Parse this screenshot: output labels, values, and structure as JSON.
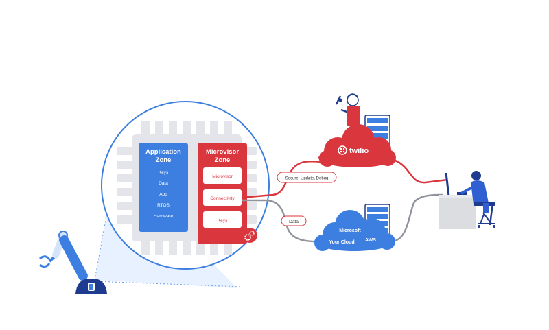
{
  "application_zone": {
    "title_line1": "Application",
    "title_line2": "Zone",
    "items": [
      "Keys",
      "Data",
      "App",
      "RTOS",
      "Hardware"
    ]
  },
  "microvisor_zone": {
    "title_line1": "Microvisor",
    "title_line2": "Zone",
    "items": [
      "Microvisor",
      "Connectivity",
      "Keys"
    ]
  },
  "connections": {
    "secure_label": "Secure, Update, Debug",
    "data_label": "Data"
  },
  "twilio_cloud": {
    "brand": "twilio"
  },
  "customer_cloud": {
    "line1": "Microsoft",
    "line2_left": "Your Cloud",
    "line2_right": "AWS"
  },
  "colors": {
    "blue": "#3d7fe0",
    "red": "#d9363e",
    "chip_gray": "#e3e5ea",
    "navy": "#1f3b8f",
    "desk_gray": "#dcdde1"
  },
  "icons": [
    "robot-arm-icon",
    "gear-icon",
    "developer-icon",
    "server-rack-icon"
  ]
}
